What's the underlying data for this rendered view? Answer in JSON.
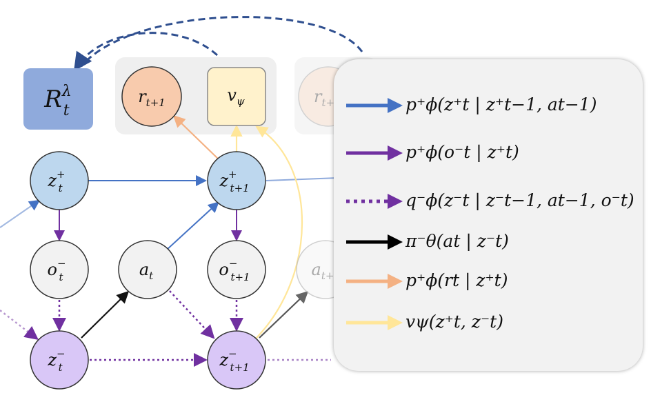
{
  "nodes": {
    "return": {
      "base": "R",
      "sup": "λ",
      "sub": "t"
    },
    "reward": {
      "base": "r",
      "sub": "t+1"
    },
    "value": {
      "base": "v",
      "sub": "ψ"
    },
    "reward_faded": {
      "base": "r",
      "sub": "t+"
    },
    "z_plus_t": {
      "base": "z",
      "sup": "+",
      "sub": "t"
    },
    "z_plus_t1": {
      "base": "z",
      "sup": "+",
      "sub": "t+1"
    },
    "o_t": {
      "base": "o",
      "sup": "−",
      "sub": "t"
    },
    "a_t": {
      "base": "a",
      "sub": "t"
    },
    "o_t1": {
      "base": "o",
      "sup": "−",
      "sub": "t+1"
    },
    "a_faded": {
      "base": "a",
      "sub": "t+"
    },
    "z_minus_t": {
      "base": "z",
      "sup": "−",
      "sub": "t"
    },
    "z_minus_t1": {
      "base": "z",
      "sup": "−",
      "sub": "t+1"
    }
  },
  "colors": {
    "blue": "#4472c4",
    "purple": "#7030a0",
    "black": "#000000",
    "orange": "#f4b183",
    "yellow": "#ffe699",
    "dashed": "#2f4f8f"
  },
  "legend": [
    {
      "style": "solid",
      "color": "#4472c4",
      "label": "p⁺ϕ(z⁺t | z⁺t−1, at−1)"
    },
    {
      "style": "solid",
      "color": "#7030a0",
      "label": "p⁺ϕ(o⁻t | z⁺t)"
    },
    {
      "style": "dotted",
      "color": "#7030a0",
      "label": "q⁻ϕ(z⁻t | z⁻t−1, at−1, o⁻t)"
    },
    {
      "style": "solid",
      "color": "#000000",
      "label": "π⁻θ(at | z⁻t)"
    },
    {
      "style": "solid",
      "color": "#f4b183",
      "label": "p⁺ϕ(rt | z⁺t)"
    },
    {
      "style": "solid",
      "color": "#ffe699",
      "label": "vψ(z⁺t, z⁻t)"
    }
  ]
}
